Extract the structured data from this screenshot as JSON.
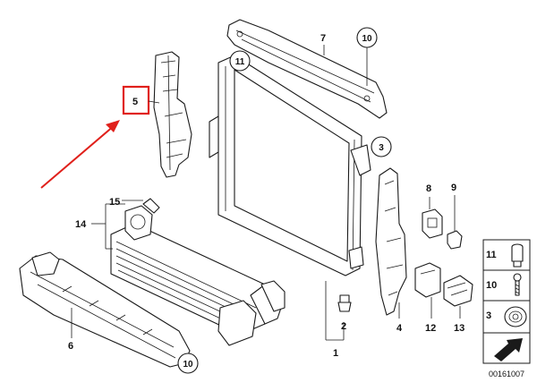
{
  "diagram": {
    "callouts": {
      "c1": "1",
      "c2": "2",
      "c3": "3",
      "c4": "4",
      "c5": "5",
      "c6": "6",
      "c7": "7",
      "c8": "8",
      "c9": "9",
      "c10a": "10",
      "c10b": "10",
      "c11": "11",
      "c12": "12",
      "c13": "13",
      "c14": "14",
      "c15": "15"
    },
    "legend": {
      "row1": "11",
      "row2": "10",
      "row3": "3"
    },
    "code": "00161007",
    "highlight_color": "#e0201b"
  }
}
